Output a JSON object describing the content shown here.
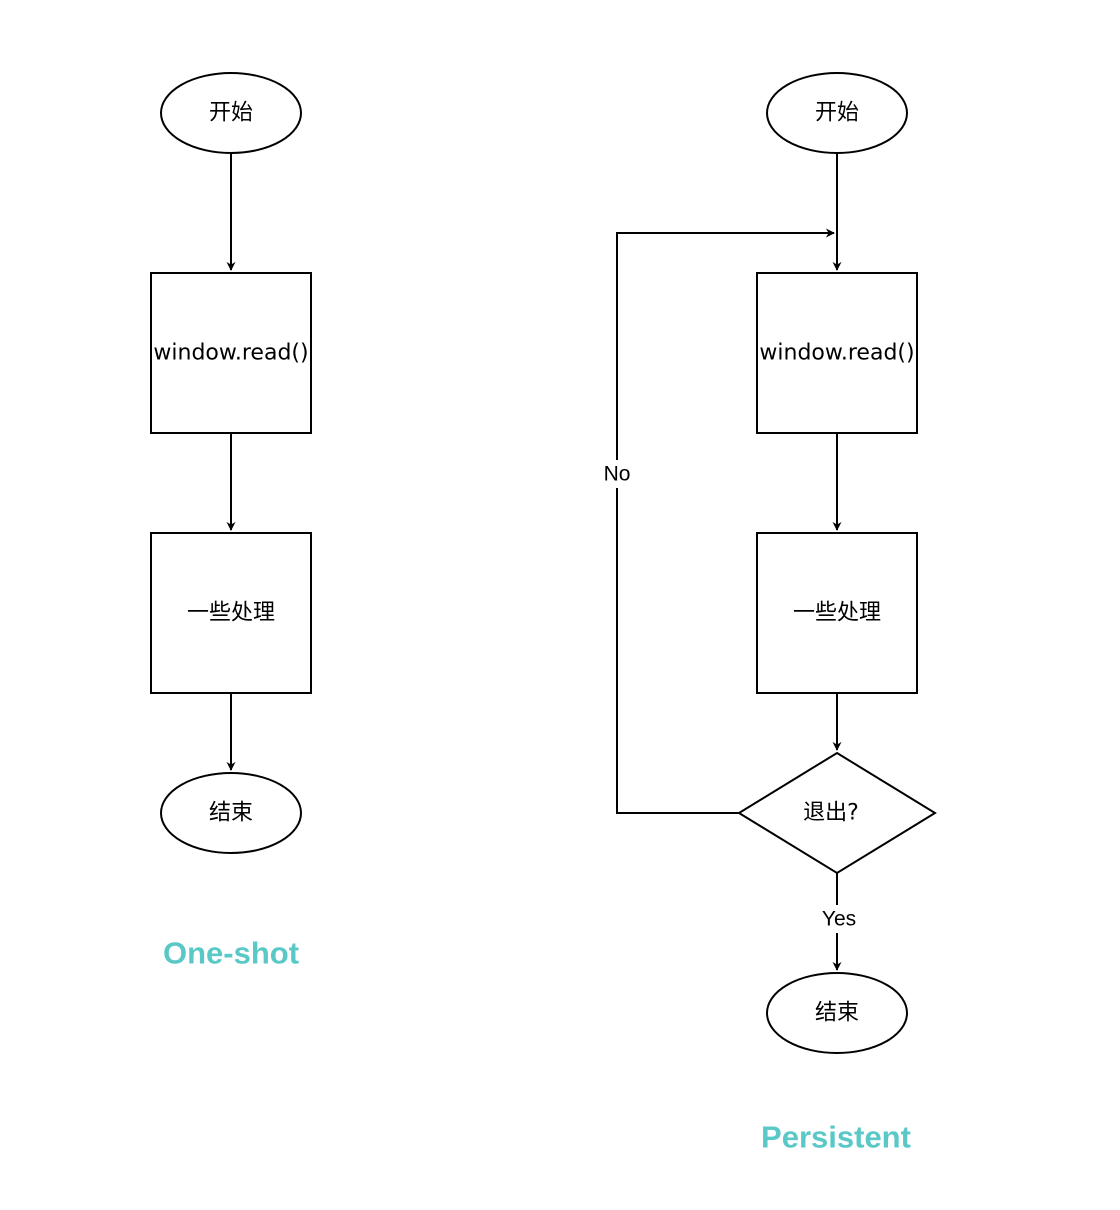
{
  "colors": {
    "caption": "#5BC8C8",
    "stroke": "#000000",
    "fill": "#ffffff"
  },
  "one_shot": {
    "start": "开始",
    "read": "window.read()",
    "process": "一些处理",
    "end": "结束",
    "caption": "One-shot"
  },
  "persistent": {
    "start": "开始",
    "read": "window.read()",
    "process": "一些处理",
    "decision": "退出?",
    "no_label": "No",
    "yes_label": "Yes",
    "end": "结束",
    "caption": "Persistent"
  }
}
